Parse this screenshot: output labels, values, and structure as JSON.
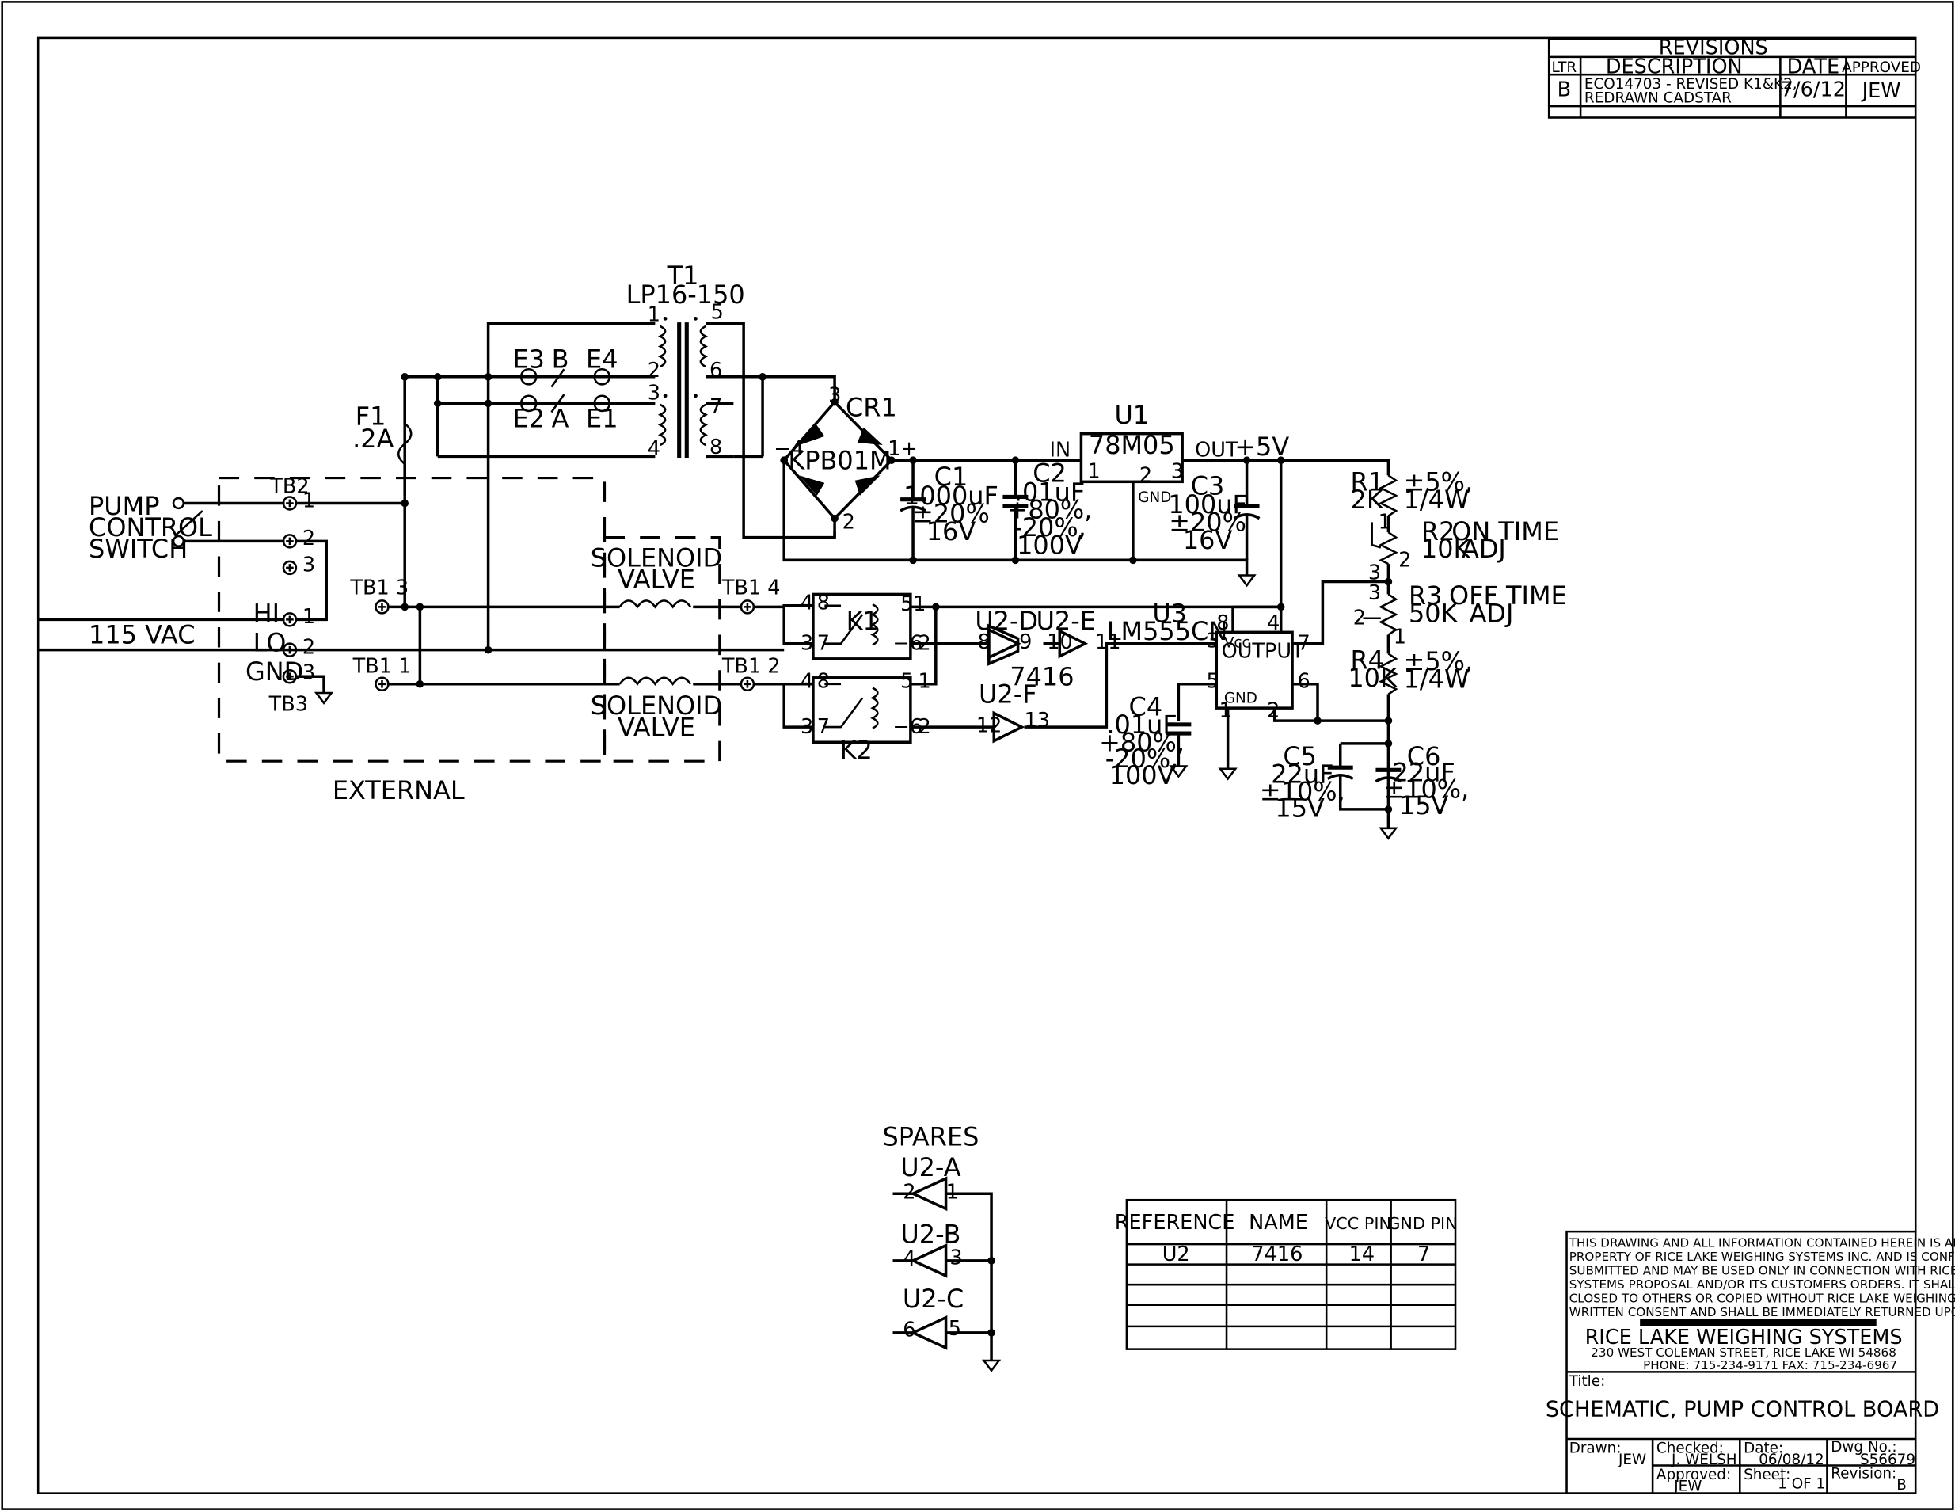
{
  "revisions": {
    "header": "REVISIONS",
    "col_ltr": "LTR",
    "col_description": "DESCRIPTION",
    "col_date": "DATE",
    "col_approved": "APPROVED",
    "row_ltr": "B",
    "row_desc_1": "ECO14703 - REVISED K1&K2,",
    "row_desc_2": "REDRAWN CADSTAR",
    "row_date": "7/6/12",
    "row_approved": "JEW"
  },
  "schematic": {
    "t1_ref": "T1",
    "t1_part": "LP16-150",
    "e3": "E3",
    "b": "B",
    "e4": "E4",
    "e2": "E2",
    "a": "A",
    "e1": "E1",
    "cr1": "CR1",
    "cr1_part": "KPB01M",
    "f1": "F1",
    "f1_val": ".2A",
    "u1": "U1",
    "u1_part": "78M05",
    "u1_in": "IN",
    "u1_out": "OUT",
    "u1_gnd": "GND",
    "plus5v": "+5V",
    "c1": "C1",
    "c1_v1": "1000uF",
    "c1_v2": "±20%",
    "c1_v3": "16V",
    "c2": "C2",
    "c2_v1": ".01uF",
    "c2_v2": "+80%,",
    "c2_v3": "-20%,",
    "c2_v4": "100V",
    "c3": "C3",
    "c3_v1": "100uF",
    "c3_v2": "±20%",
    "c3_v3": "16V",
    "r1": "R1",
    "r1_val": "2K",
    "r1_tol": "±5%,",
    "r1_pw": "1/4W",
    "r2": "R2",
    "r2_val": "10K",
    "r2_desc1": "ON TIME",
    "r2_desc2": "ADJ",
    "r3": "R3",
    "r3_val": "50K",
    "r3_desc1": "OFF TIME",
    "r3_desc2": "ADJ",
    "r4": "R4",
    "r4_val": "10K",
    "r4_tol": "±5%,",
    "r4_pw": "1/4W",
    "u3": "U3",
    "u3_part": "LM555CN",
    "u3_vcc": "Vcc",
    "u3_out": "OUTPUT",
    "u3_gnd": "GND",
    "c4": "C4",
    "c4_v1": ".01uF",
    "c4_v2": "+80%,",
    "c4_v3": "-20%,",
    "c4_v4": "100V",
    "c5": "C5",
    "c5_v1": "22uF",
    "c5_v2": "±10%,",
    "c5_v3": "15V",
    "c6": "C6",
    "c6_v1": "22uF",
    "c6_v2": "±10%,",
    "c6_v3": "15V",
    "k1": "K1",
    "k2": "K2",
    "u2d": "U2-D",
    "u2e": "U2-E",
    "u2f": "U2-F",
    "u2_part": "7416",
    "tb13": "TB1 3",
    "tb14": "TB1 4",
    "tb11": "TB1 1",
    "tb12": "TB1 2",
    "tb2": "TB2",
    "tb3": "TB3",
    "pump_1": "PUMP",
    "pump_2": "CONTROL",
    "pump_3": "SWITCH",
    "vac": "115 VAC",
    "hi": "HI",
    "lo": "LO",
    "gnd": "GND",
    "sol_1": "SOLENOID",
    "sol_2": "VALVE",
    "external": "EXTERNAL",
    "spares": "SPARES",
    "u2a": "U2-A",
    "u2b": "U2-B",
    "u2c": "U2-C"
  },
  "power_table": {
    "headers": [
      "REFERENCE",
      "NAME",
      "VCC PIN",
      "GND PIN"
    ],
    "row": [
      "U2",
      "7416",
      "14",
      "7"
    ]
  },
  "title_block": {
    "notice_lines": [
      "THIS DRAWING AND ALL INFORMATION CONTAINED HEREIN IS AND REMAINS THE",
      "PROPERTY OF RICE LAKE WEIGHING SYSTEMS INC. AND IS CONFIDENTIAL. IT IS",
      "SUBMITTED AND MAY BE USED ONLY IN CONNECTION WITH RICE LAKE WEIGHING",
      "SYSTEMS PROPOSAL AND/OR ITS CUSTOMERS ORDERS. IT SHALL NOT BE DIS-",
      "CLOSED TO OTHERS OR COPIED WITHOUT RICE LAKE WEIGHING SYSTEMS SPECIFIC",
      "WRITTEN CONSENT AND SHALL BE IMMEDIATELY RETURNED UPON REQUEST."
    ],
    "company": "RICE LAKE WEIGHING SYSTEMS",
    "address": "230 WEST COLEMAN STREET, RICE LAKE WI 54868",
    "phone": "PHONE: 715-234-9171 FAX: 715-234-6967",
    "title_label": "Title:",
    "title": "SCHEMATIC, PUMP CONTROL BOARD",
    "drawn_label": "Drawn:",
    "drawn": "JEW",
    "checked_label": "Checked:",
    "checked": "J. WELSH",
    "date_label": "Date:",
    "date": "06/08/12",
    "dwg_label": "Dwg No.:",
    "dwg": "S56679",
    "approved_label": "Approved:",
    "approved": "JEW",
    "sheet_label": "Sheet:",
    "sheet": "1 OF 1",
    "revision_label": "Revision:",
    "revision": "B"
  }
}
